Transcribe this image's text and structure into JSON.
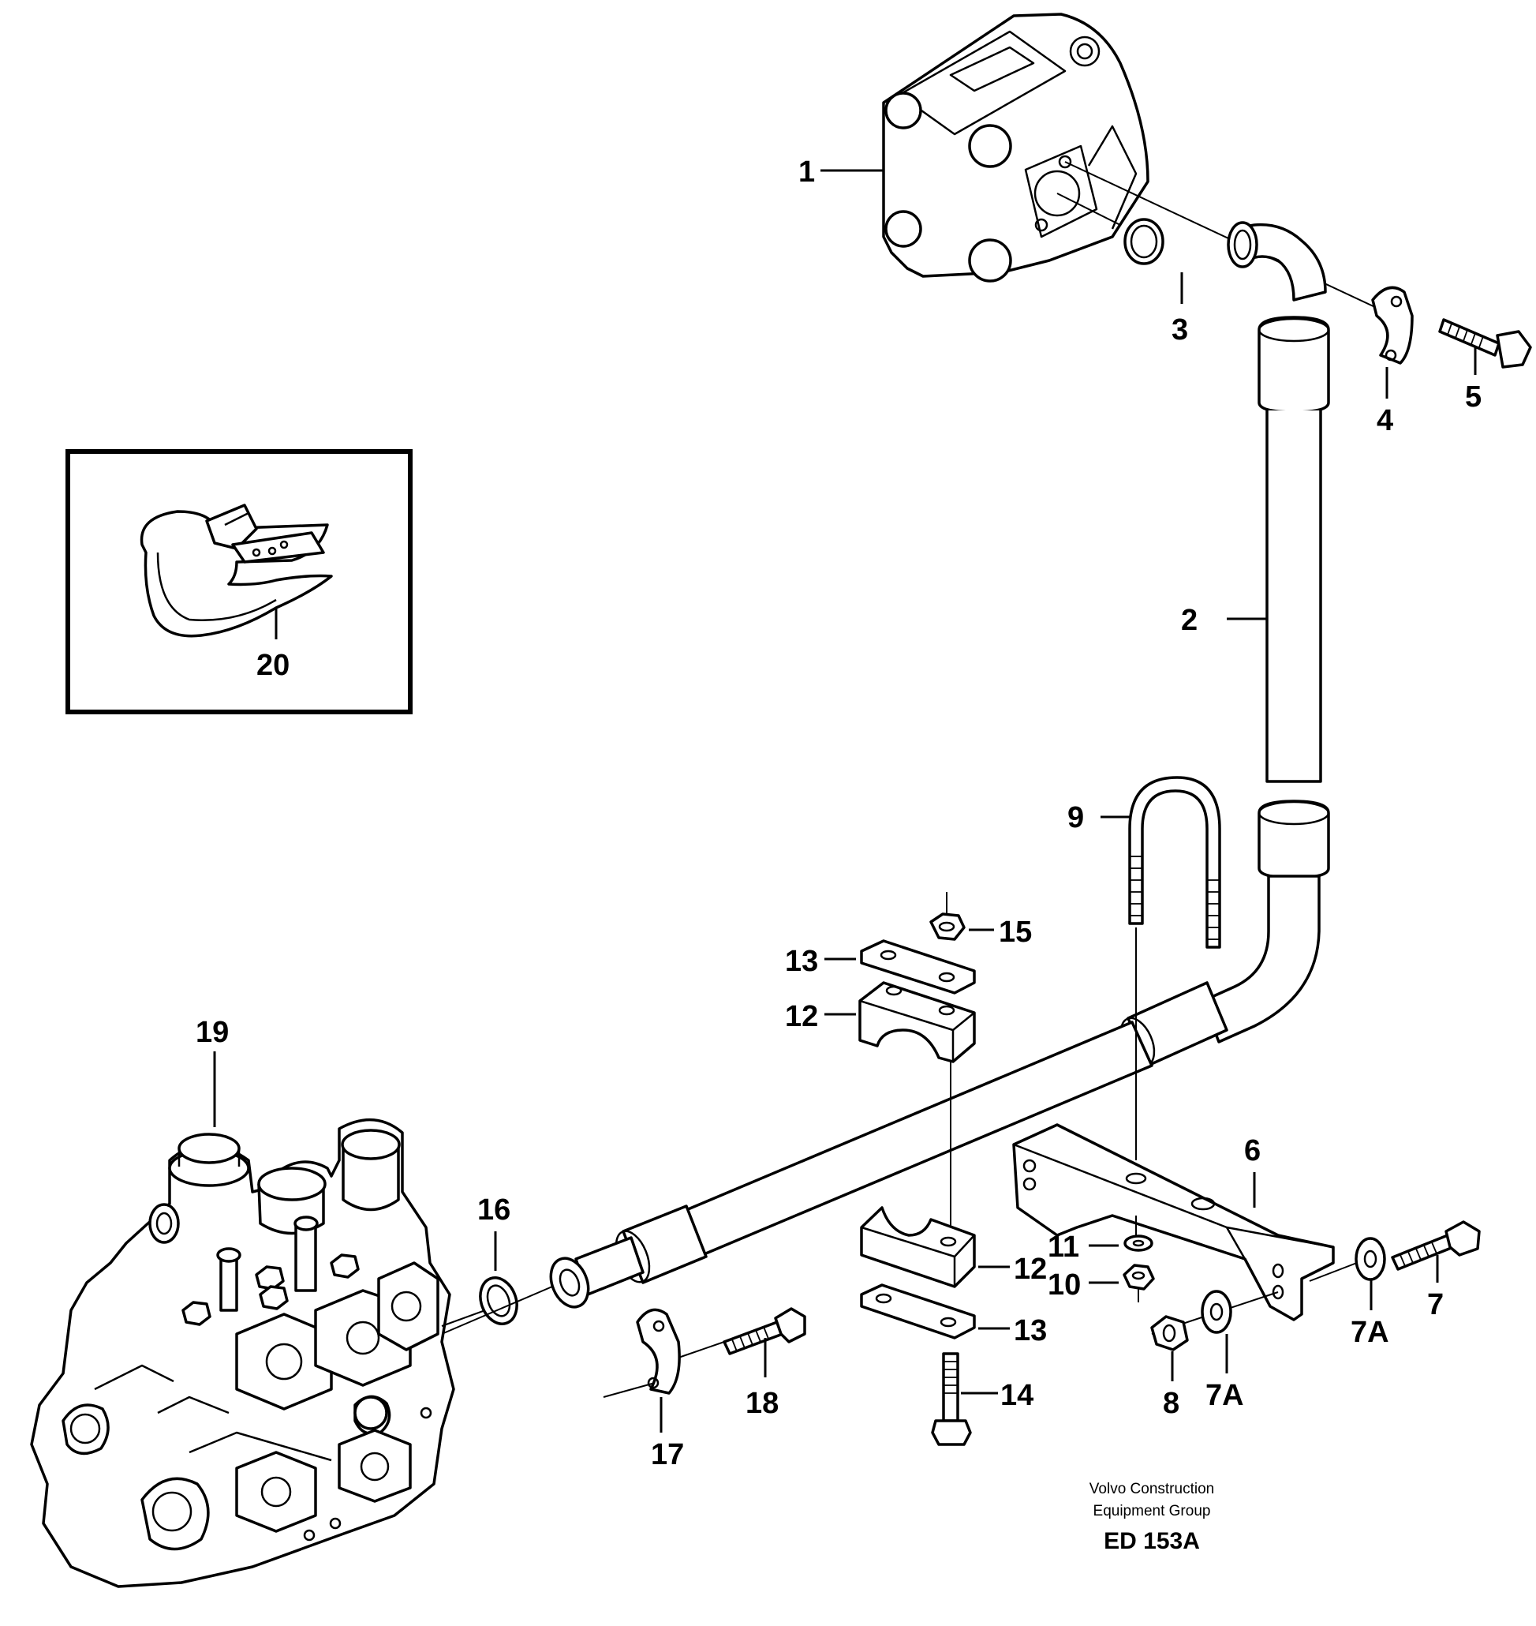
{
  "callouts": {
    "p1": "1",
    "p2": "2",
    "p3": "3",
    "p4": "4",
    "p5": "5",
    "p6": "6",
    "p7": "7",
    "p7a_right": "7A",
    "p7a_left": "7A",
    "p8": "8",
    "p9": "9",
    "p10": "10",
    "p11": "11",
    "p12_top": "12",
    "p12_bottom": "12",
    "p13_top": "13",
    "p13_bottom": "13",
    "p14": "14",
    "p15": "15",
    "p16": "16",
    "p17": "17",
    "p18": "18",
    "p19": "19",
    "p20": "20"
  },
  "publisher": {
    "line1": "Volvo Construction",
    "line2": "Equipment Group",
    "code": "ED 153A"
  }
}
